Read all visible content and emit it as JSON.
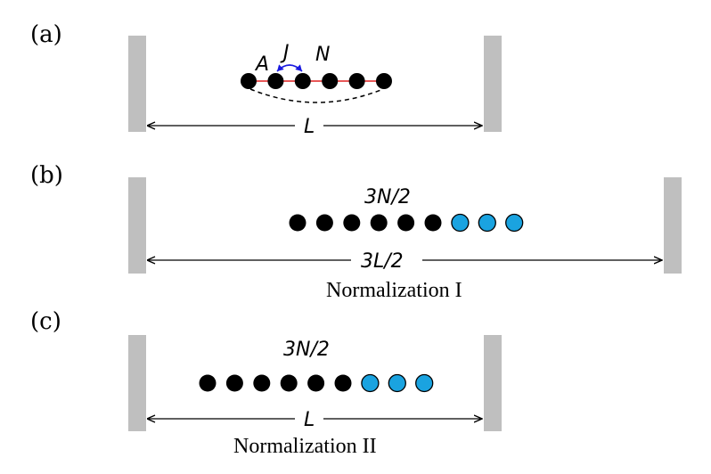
{
  "panels": [
    {
      "label": "(a)",
      "top_label": "N",
      "bottom_label": "L",
      "caption": "",
      "annot_A": "A",
      "annot_J": "J",
      "black_count": 6,
      "blue_count": 0
    },
    {
      "label": "(b)",
      "top_label": "3N/2",
      "bottom_label": "3L/2",
      "caption": "Normalization I",
      "black_count": 6,
      "blue_count": 3
    },
    {
      "label": "(c)",
      "top_label": "3N/2",
      "bottom_label": "L",
      "caption": "Normalization II",
      "black_count": 6,
      "blue_count": 3
    }
  ],
  "colors": {
    "wall": "#bfbfbf",
    "black_particle": "#000000",
    "blue_particle": "#1aa3e0",
    "spring": "#e02020",
    "annot_A": "#e02020",
    "annot_J": "#1a1ae0"
  }
}
